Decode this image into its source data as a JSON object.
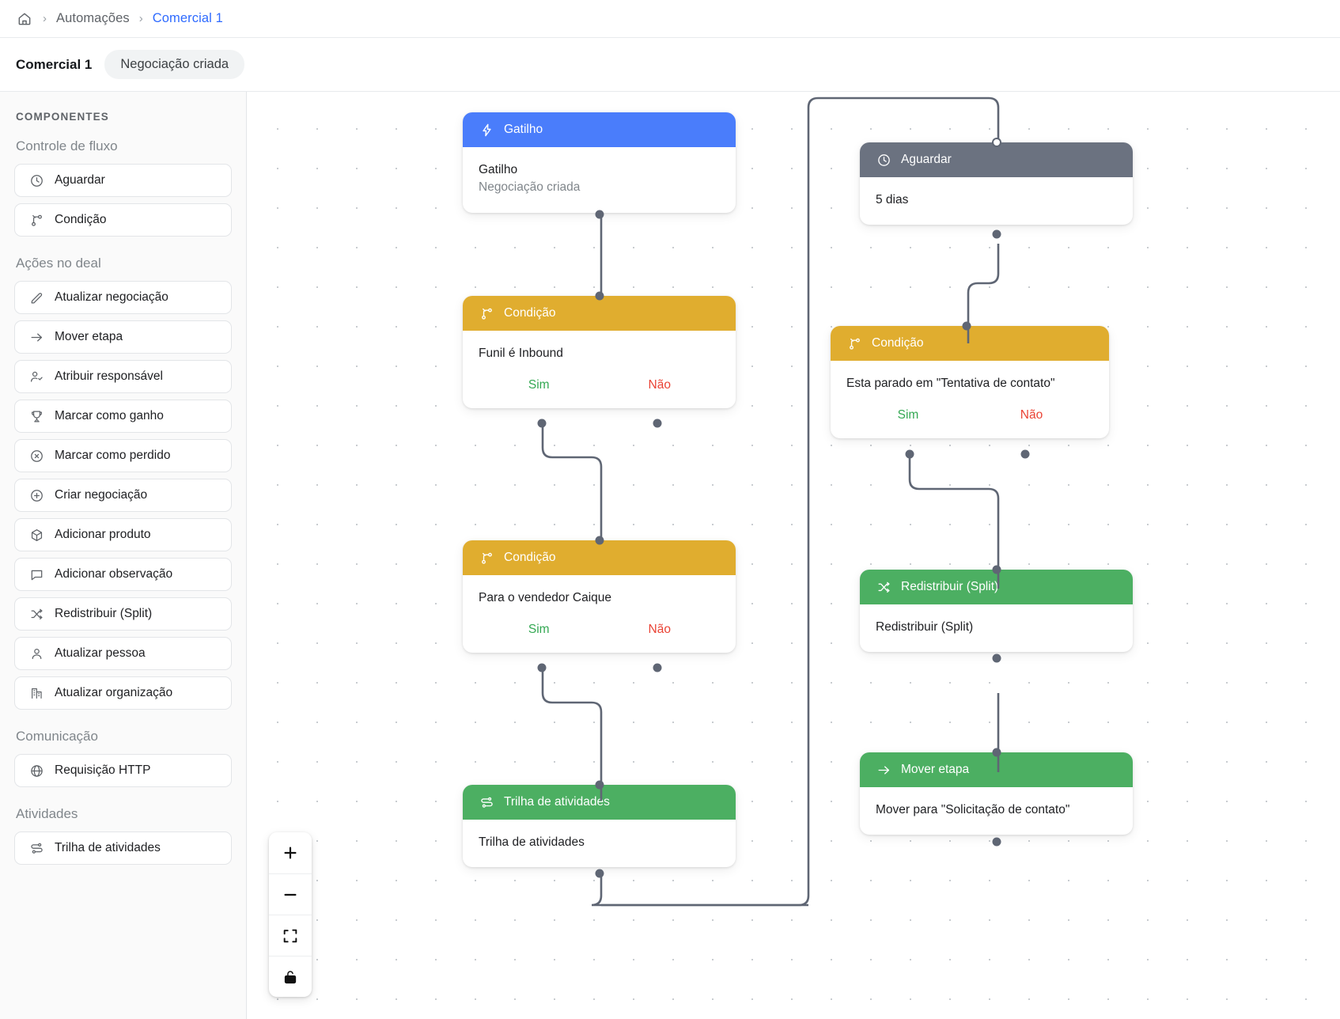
{
  "breadcrumb": {
    "home_icon": "home-icon",
    "separator": "›",
    "items": [
      {
        "label": "Automações",
        "link": false
      },
      {
        "label": "Comercial 1",
        "link": true
      }
    ]
  },
  "title_bar": {
    "title": "Comercial 1",
    "badge": "Negociação criada"
  },
  "sidebar": {
    "heading": "COMPONENTES",
    "groups": [
      {
        "label": "Controle de fluxo",
        "items": [
          {
            "label": "Aguardar",
            "icon": "clock-icon"
          },
          {
            "label": "Condição",
            "icon": "branch-icon"
          }
        ]
      },
      {
        "label": "Ações no deal",
        "items": [
          {
            "label": "Atualizar negociação",
            "icon": "pencil-icon"
          },
          {
            "label": "Mover etapa",
            "icon": "arrow-right-icon"
          },
          {
            "label": "Atribuir responsável",
            "icon": "user-check-icon"
          },
          {
            "label": "Marcar como ganho",
            "icon": "trophy-icon"
          },
          {
            "label": "Marcar como perdido",
            "icon": "circle-x-icon"
          },
          {
            "label": "Criar negociação",
            "icon": "circle-plus-icon"
          },
          {
            "label": "Adicionar produto",
            "icon": "box-icon"
          },
          {
            "label": "Adicionar observação",
            "icon": "comment-icon"
          },
          {
            "label": "Redistribuir (Split)",
            "icon": "shuffle-icon"
          },
          {
            "label": "Atualizar pessoa",
            "icon": "user-icon"
          },
          {
            "label": "Atualizar organização",
            "icon": "building-icon"
          }
        ]
      },
      {
        "label": "Comunicação",
        "items": [
          {
            "label": "Requisição HTTP",
            "icon": "globe-icon"
          }
        ]
      },
      {
        "label": "Atividades",
        "items": [
          {
            "label": "Trilha de atividades",
            "icon": "activity-track-icon"
          }
        ]
      }
    ]
  },
  "canvas": {
    "nodes": {
      "trigger": {
        "header": "Gatilho",
        "icon": "lightning-icon",
        "line1": "Gatilho",
        "line2": "Negociação criada",
        "color": "#4a7dfb"
      },
      "condition1": {
        "header": "Condição",
        "icon": "branch-icon",
        "line1": "Funil é Inbound",
        "yes": "Sim",
        "no": "Não",
        "color": "#e0ad2f"
      },
      "condition2": {
        "header": "Condição",
        "icon": "branch-icon",
        "line1": "Para o vendedor Caique",
        "yes": "Sim",
        "no": "Não",
        "color": "#e0ad2f"
      },
      "activity_track": {
        "header": "Trilha de atividades",
        "icon": "activity-track-icon",
        "line1": "Trilha de atividades",
        "color": "#4caf62"
      },
      "wait": {
        "header": "Aguardar",
        "icon": "clock-icon",
        "line1": "5 dias",
        "color": "#6b7280"
      },
      "condition3": {
        "header": "Condição",
        "icon": "branch-icon",
        "line1": "Esta parado em \"Tentativa de contato\"",
        "yes": "Sim",
        "no": "Não",
        "color": "#e0ad2f"
      },
      "split": {
        "header": "Redistribuir (Split)",
        "icon": "shuffle-icon",
        "line1": "Redistribuir (Split)",
        "color": "#4caf62"
      },
      "move_stage": {
        "header": "Mover etapa",
        "icon": "arrow-right-icon",
        "line1": "Mover para \"Solicitação de contato\"",
        "color": "#4caf62"
      }
    },
    "zoom_controls": [
      {
        "name": "zoom-in",
        "icon": "plus-icon"
      },
      {
        "name": "zoom-out",
        "icon": "minus-icon"
      },
      {
        "name": "fit-screen",
        "icon": "fit-screen-icon"
      },
      {
        "name": "lock",
        "icon": "lock-icon"
      }
    ]
  }
}
